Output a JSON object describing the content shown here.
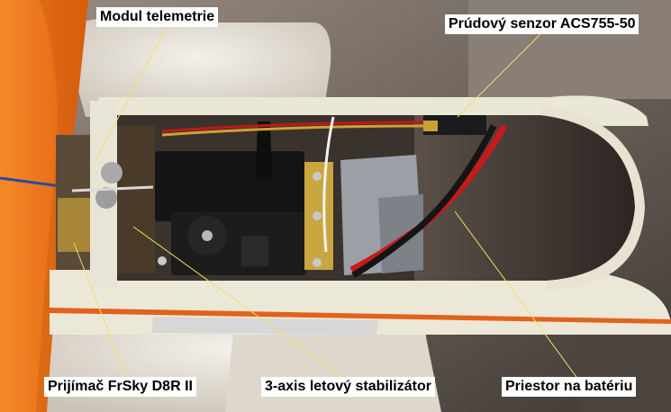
{
  "labels": {
    "telemetry": "Modul telemetrie",
    "current_sensor": "Prúdový senzor ACS755-50",
    "receiver": "Prijímač FrSky D8R II",
    "stabilizer": "3-axis letový stabilizátor",
    "battery_bay": "Priestor na batériu"
  },
  "colors": {
    "leader_line": "#f0e060",
    "callout_background": "#ffffff",
    "wing_orange": "#f27a1c",
    "fuselage_cream": "#ece8d8"
  }
}
